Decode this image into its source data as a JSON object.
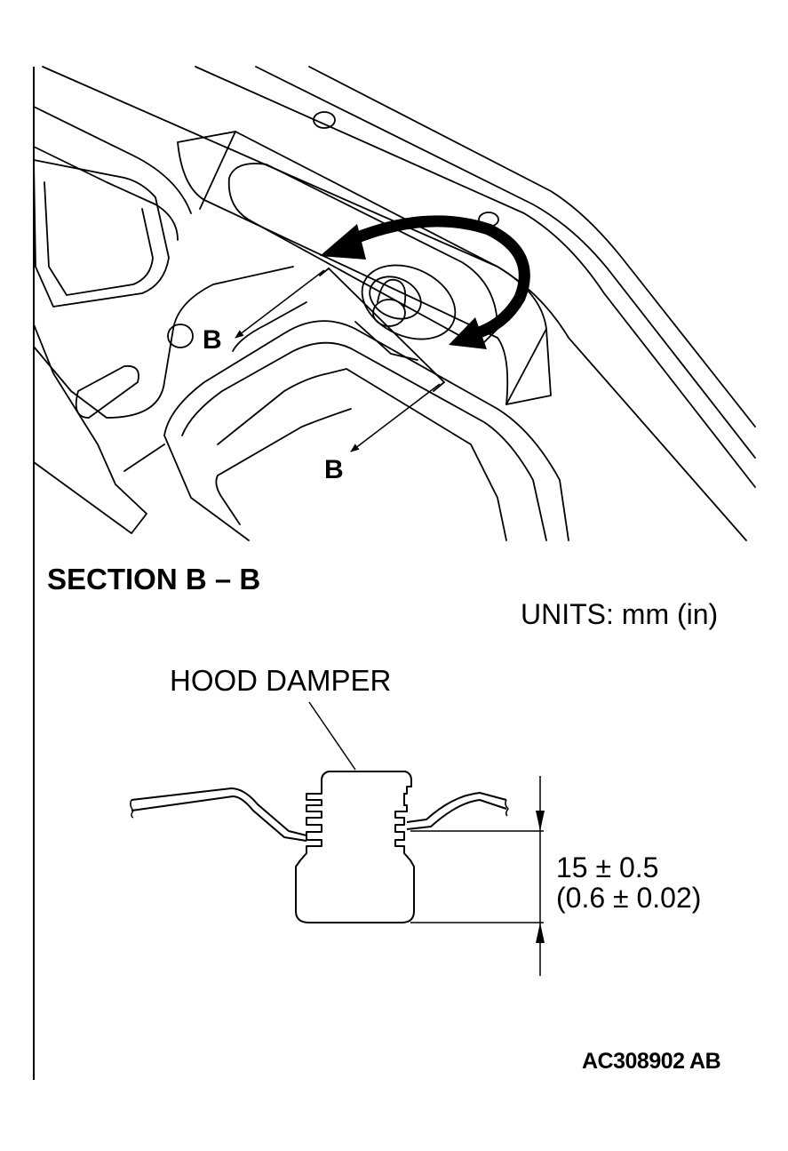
{
  "diagram": {
    "section_marker_upper": "B",
    "section_marker_lower": "B",
    "section_title": "SECTION B – B",
    "units_label": "UNITS: mm (in)",
    "part_label": "HOOD DAMPER",
    "dimension_mm": "15 ± 0.5",
    "dimension_in": "(0.6 ± 0.02)",
    "figure_code": "AC308902 AB"
  }
}
